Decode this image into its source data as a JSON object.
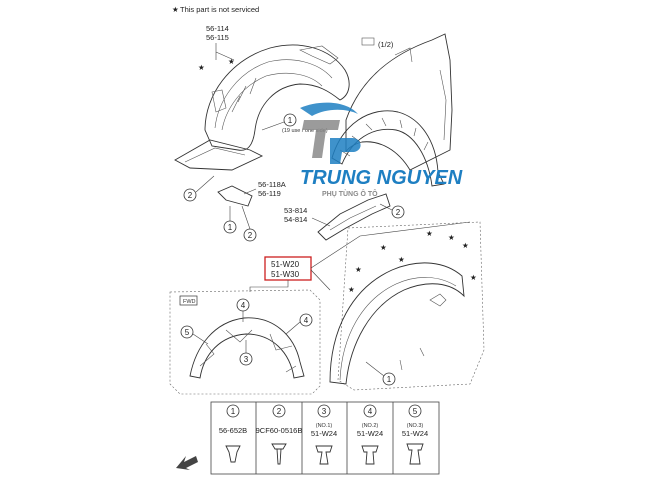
{
  "note": {
    "star": "★",
    "text": "This part is not serviced"
  },
  "part_labels": {
    "p56_114": "56-114",
    "p56_115": "56-115",
    "p56_118a": "56-118A",
    "p56_119": "56-119",
    "p53_814": "53-814",
    "p54_814": "54-814",
    "p51_w20": "51-W20",
    "p51_w30": "51-W30",
    "fender_ref": "(1/2)",
    "fender_note": "(19 use / one side)"
  },
  "callouts": [
    "1",
    "2",
    "3",
    "4",
    "5"
  ],
  "fwd": "FWD",
  "legend": [
    {
      "num": "1",
      "code": "56-652B",
      "sub": ""
    },
    {
      "num": "2",
      "code": "9CF60-0516B",
      "sub": ""
    },
    {
      "num": "3",
      "code": "51-W24",
      "sub": "(NO.1)"
    },
    {
      "num": "4",
      "code": "51-W24",
      "sub": "(NO.2)"
    },
    {
      "num": "5",
      "code": "51-W24",
      "sub": "(NO.3)"
    }
  ],
  "watermark": {
    "brand": "TRUNG NGUYEN",
    "tagline": "PHỤ TÙNG Ô TÔ"
  },
  "colors": {
    "highlight": "#cc1f1f",
    "watermark_blue": "#1e7fc2",
    "watermark_grey": "#8a8a8a"
  }
}
